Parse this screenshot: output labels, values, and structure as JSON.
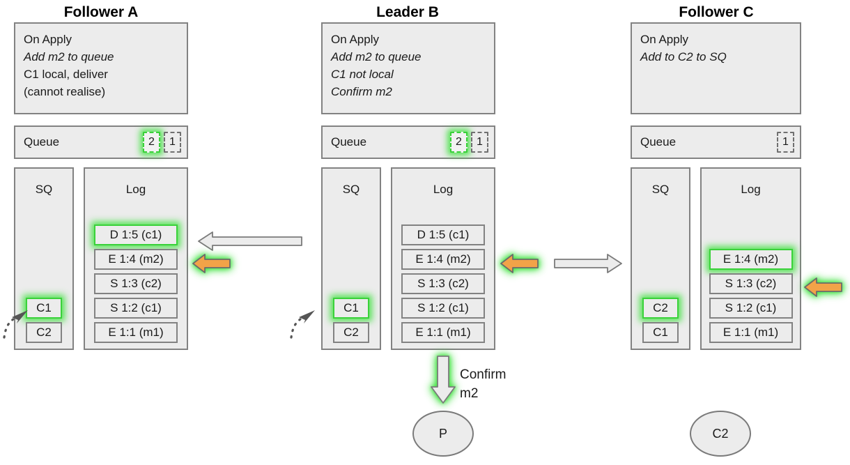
{
  "diagram": {
    "title_row": [
      {
        "label": "Follower A"
      },
      {
        "label": "Leader B"
      },
      {
        "label": "Follower C"
      }
    ],
    "colors": {
      "panel_fill": "#ececec",
      "panel_stroke": "#828282",
      "highlight_green": "#3ad13a",
      "arrow_orange": "#f2a348",
      "arrow_gray_fill": "#ececec",
      "arrow_gray_stroke": "#7a7a7a",
      "text": "#1a1a1a"
    },
    "nodes": [
      {
        "id": "follower-a",
        "title": "Follower A",
        "note": {
          "lines": [
            {
              "text": "On Apply",
              "italic": false
            },
            {
              "text": "Add m2 to queue",
              "italic": true
            },
            {
              "text": "C1 local, deliver",
              "italic": false
            },
            {
              "text": "(cannot realise)",
              "italic": false
            }
          ]
        },
        "queue": {
          "label": "Queue",
          "slots": [
            {
              "value": "2",
              "highlight": true
            },
            {
              "value": "1",
              "highlight": false
            }
          ]
        },
        "sq": {
          "header": "SQ",
          "entries": [
            {
              "value": "C1",
              "highlight": true
            },
            {
              "value": "C2",
              "highlight": false
            }
          ]
        },
        "log": {
          "header": "Log",
          "entries": [
            {
              "value": "D 1:5 (c1)",
              "highlight": true
            },
            {
              "value": "E 1:4 (m2)",
              "highlight": false
            },
            {
              "value": "S 1:3 (c2)",
              "highlight": false
            },
            {
              "value": "S 1:2 (c1)",
              "highlight": false
            },
            {
              "value": "E 1:1 (m1)",
              "highlight": false
            }
          ]
        }
      },
      {
        "id": "leader-b",
        "title": "Leader B",
        "note": {
          "lines": [
            {
              "text": "On Apply",
              "italic": false
            },
            {
              "text": "Add m2 to queue",
              "italic": true
            },
            {
              "text": "C1 not local",
              "italic": true
            },
            {
              "text": "Confirm m2",
              "italic": true
            }
          ]
        },
        "queue": {
          "label": "Queue",
          "slots": [
            {
              "value": "2",
              "highlight": true
            },
            {
              "value": "1",
              "highlight": false
            }
          ]
        },
        "sq": {
          "header": "SQ",
          "entries": [
            {
              "value": "C1",
              "highlight": true
            },
            {
              "value": "C2",
              "highlight": false
            }
          ]
        },
        "log": {
          "header": "Log",
          "entries": [
            {
              "value": "D 1:5 (c1)",
              "highlight": false
            },
            {
              "value": "E 1:4 (m2)",
              "highlight": false
            },
            {
              "value": "S 1:3 (c2)",
              "highlight": false
            },
            {
              "value": "S 1:2 (c1)",
              "highlight": false
            },
            {
              "value": "E 1:1 (m1)",
              "highlight": false
            }
          ]
        }
      },
      {
        "id": "follower-c",
        "title": "Follower C",
        "note": {
          "lines": [
            {
              "text": "On Apply",
              "italic": false
            },
            {
              "text": "Add to C2 to SQ",
              "italic": true
            }
          ]
        },
        "queue": {
          "label": "Queue",
          "slots": [
            {
              "value": "1",
              "highlight": false
            }
          ]
        },
        "sq": {
          "header": "SQ",
          "entries": [
            {
              "value": "C2",
              "highlight": true
            },
            {
              "value": "C1",
              "highlight": false
            }
          ]
        },
        "log": {
          "header": "Log",
          "entries": [
            {
              "value": "E 1:4 (m2)",
              "highlight": true
            },
            {
              "value": "S 1:3 (c2)",
              "highlight": false
            },
            {
              "value": "S 1:2 (c1)",
              "highlight": false
            },
            {
              "value": "E 1:1 (m1)",
              "highlight": false
            }
          ]
        }
      }
    ],
    "arrows": [
      {
        "id": "b-to-a-replicate",
        "style": "gray-outline",
        "direction": "left",
        "glow": false
      },
      {
        "id": "a-log-pointer",
        "style": "orange-solid",
        "direction": "left",
        "glow": true
      },
      {
        "id": "b-log-pointer",
        "style": "orange-solid",
        "direction": "left",
        "glow": true
      },
      {
        "id": "b-to-c-replicate",
        "style": "gray-outline",
        "direction": "right",
        "glow": false
      },
      {
        "id": "c-log-pointer",
        "style": "orange-solid",
        "direction": "left",
        "glow": true
      },
      {
        "id": "confirm-m2-arrow",
        "style": "gray-outline",
        "direction": "down",
        "glow": true
      }
    ],
    "labels": [
      {
        "id": "confirm-m2",
        "lines": [
          "Confirm",
          "m2"
        ]
      }
    ],
    "terminals": [
      {
        "id": "producer-p",
        "label": "P"
      },
      {
        "id": "consumer-c2",
        "label": "C2"
      }
    ]
  }
}
